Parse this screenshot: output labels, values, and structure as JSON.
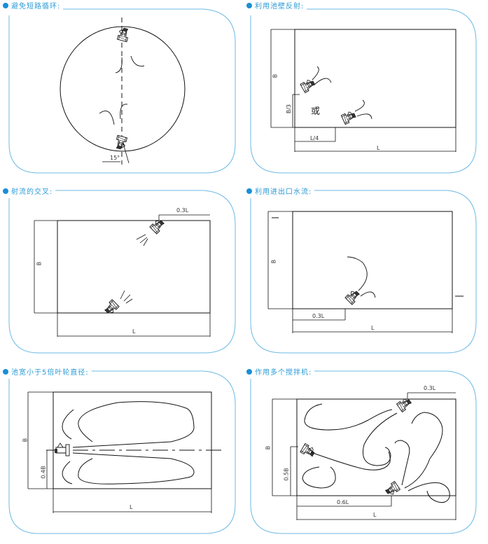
{
  "colors": {
    "accent": "#1a8fd6",
    "frame": "#6db9e4",
    "ink": "#111111"
  },
  "panels": [
    {
      "id": "avoid-short-circuit",
      "title": "避免短路循环:",
      "labels": {
        "angle": "15°"
      }
    },
    {
      "id": "wall-reflection",
      "title": "利用池壁反射:",
      "labels": {
        "width": "B",
        "offset_b": "B/3",
        "or": "或",
        "offset_l": "L/4",
        "length": "L"
      }
    },
    {
      "id": "jet-crossing",
      "title": "射流的交叉:",
      "labels": {
        "offset_l": "0.3L",
        "width": "B",
        "length": "L"
      }
    },
    {
      "id": "inlet-outlet-flow",
      "title": "利用进出口水流:",
      "labels": {
        "width": "B",
        "offset_l": "0.3L",
        "length": "L"
      }
    },
    {
      "id": "narrow-tank",
      "title": "池宽小于5倍叶轮直径:",
      "labels": {
        "width": "B",
        "offset_b": "0.4B",
        "length": "L"
      }
    },
    {
      "id": "multiple-mixers",
      "title": "作用多个搅拌机:",
      "labels": {
        "offset_l_top": "0.3L",
        "width": "B",
        "offset_b": "0.5B",
        "offset_l": "0.6L",
        "length": "L"
      }
    }
  ]
}
